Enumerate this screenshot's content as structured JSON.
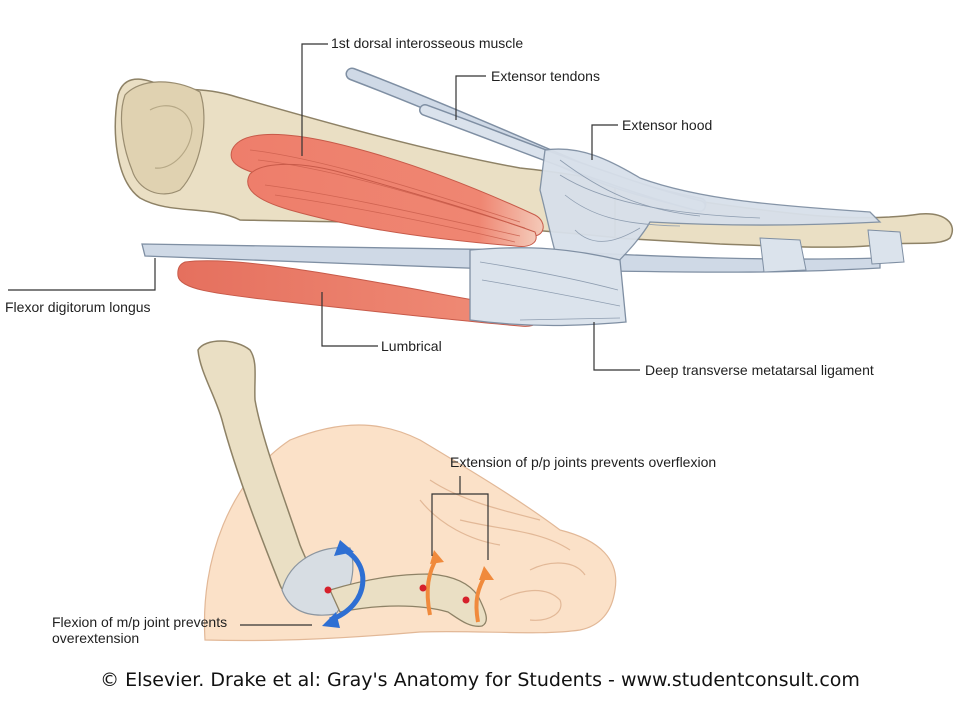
{
  "figure": {
    "colors": {
      "bone": "#eadfc4",
      "bone_edge": "#8e8266",
      "muscle": "#ee7e6b",
      "tendon": "#cfd9e6",
      "tendon_edge": "#7f8fa3",
      "skin": "#fbe1c8",
      "arrow_blue": "#2e6fd3",
      "arrow_orange": "#f08a3c",
      "joint_dot": "#d6202b"
    },
    "icons": [
      "blue-flexion-arrow-icon",
      "orange-extension-arrow-icon",
      "joint-dot-icon"
    ]
  },
  "labels": {
    "dorsal_interosseous": "1st dorsal interosseous  muscle",
    "extensor_tendons": "Extensor tendons",
    "extensor_hood": "Extensor hood",
    "flexor_digitorum_longus": "Flexor digitorum longus",
    "lumbrical": "Lumbrical",
    "deep_transverse": "Deep transverse metatarsal ligament",
    "extension_pp": "Extension of p/p joints prevents overflexion",
    "flexion_mp": "Flexion of m/p joint prevents overextension"
  },
  "credit": "© Elsevier. Drake et al: Gray's Anatomy for Students - www.studentconsult.com"
}
